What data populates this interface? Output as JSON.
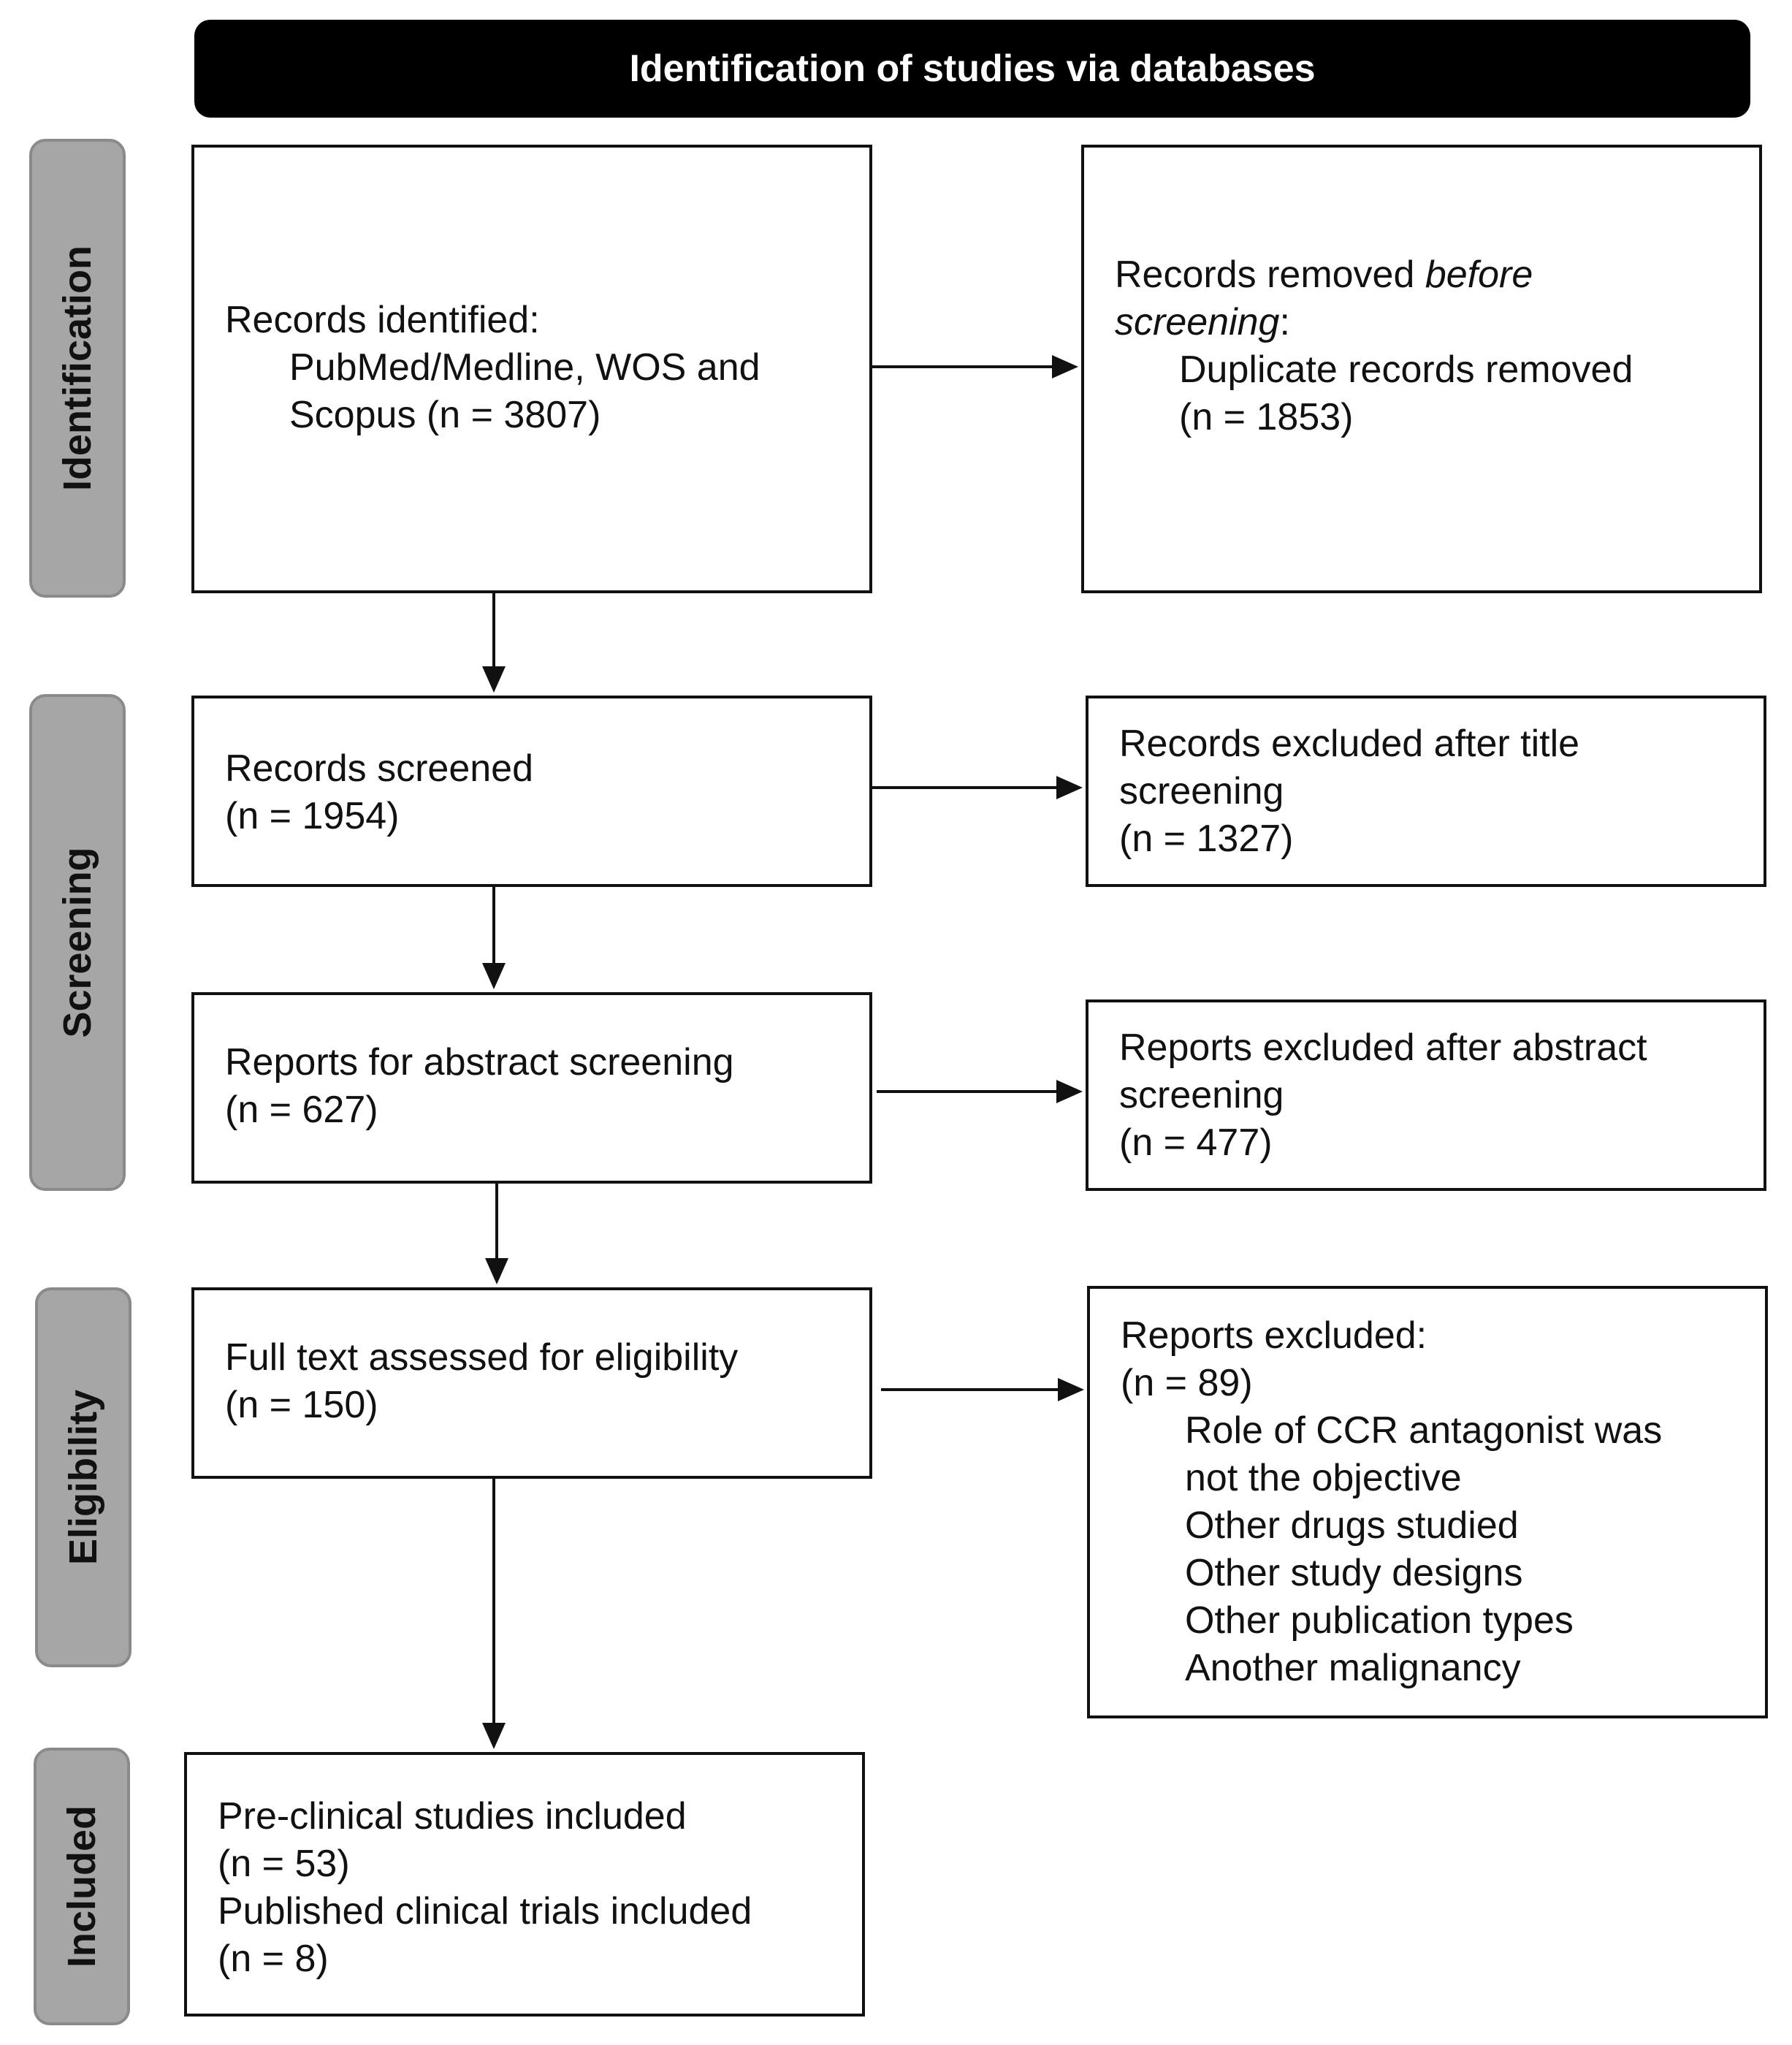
{
  "header": {
    "title": "Identification of studies via databases"
  },
  "phases": {
    "identification": "Identification",
    "screening": "Screening",
    "eligibility": "Eligibility",
    "included": "Included"
  },
  "boxes": {
    "records_identified": {
      "line1": "Records identified:",
      "line2": "PubMed/Medline, WOS and",
      "line3": "Scopus (n = 3807)"
    },
    "records_removed": {
      "line1_a": "Records removed ",
      "line1_b": "before",
      "line2_a": "screening",
      "line2_b": ":",
      "line3": "Duplicate records removed",
      "line4": "(n = 1853)"
    },
    "records_screened": {
      "line1": "Records screened",
      "line2": "(n = 1954)"
    },
    "records_excluded_title": {
      "line1": "Records excluded after title",
      "line2": "screening",
      "line3": "(n = 1327)"
    },
    "abstract_screening": {
      "line1": "Reports for abstract screening",
      "line2": "(n = 627)"
    },
    "excluded_abstract": {
      "line1": "Reports excluded after abstract",
      "line2": "screening",
      "line3": "(n = 477)"
    },
    "full_text": {
      "line1": "Full text assessed for eligibility",
      "line2": "(n = 150)"
    },
    "reports_excluded": {
      "line1": "Reports excluded:",
      "line2": "(n = 89)",
      "reasons": [
        "Role of CCR antagonist was",
        "not the objective",
        "Other drugs studied",
        "Other study designs",
        "Other publication types",
        "Another malignancy"
      ]
    },
    "included": {
      "line1": "Pre-clinical studies included",
      "line2": "(n = 53)",
      "line3": "Published clinical trials included",
      "line4": "(n = 8)"
    }
  }
}
